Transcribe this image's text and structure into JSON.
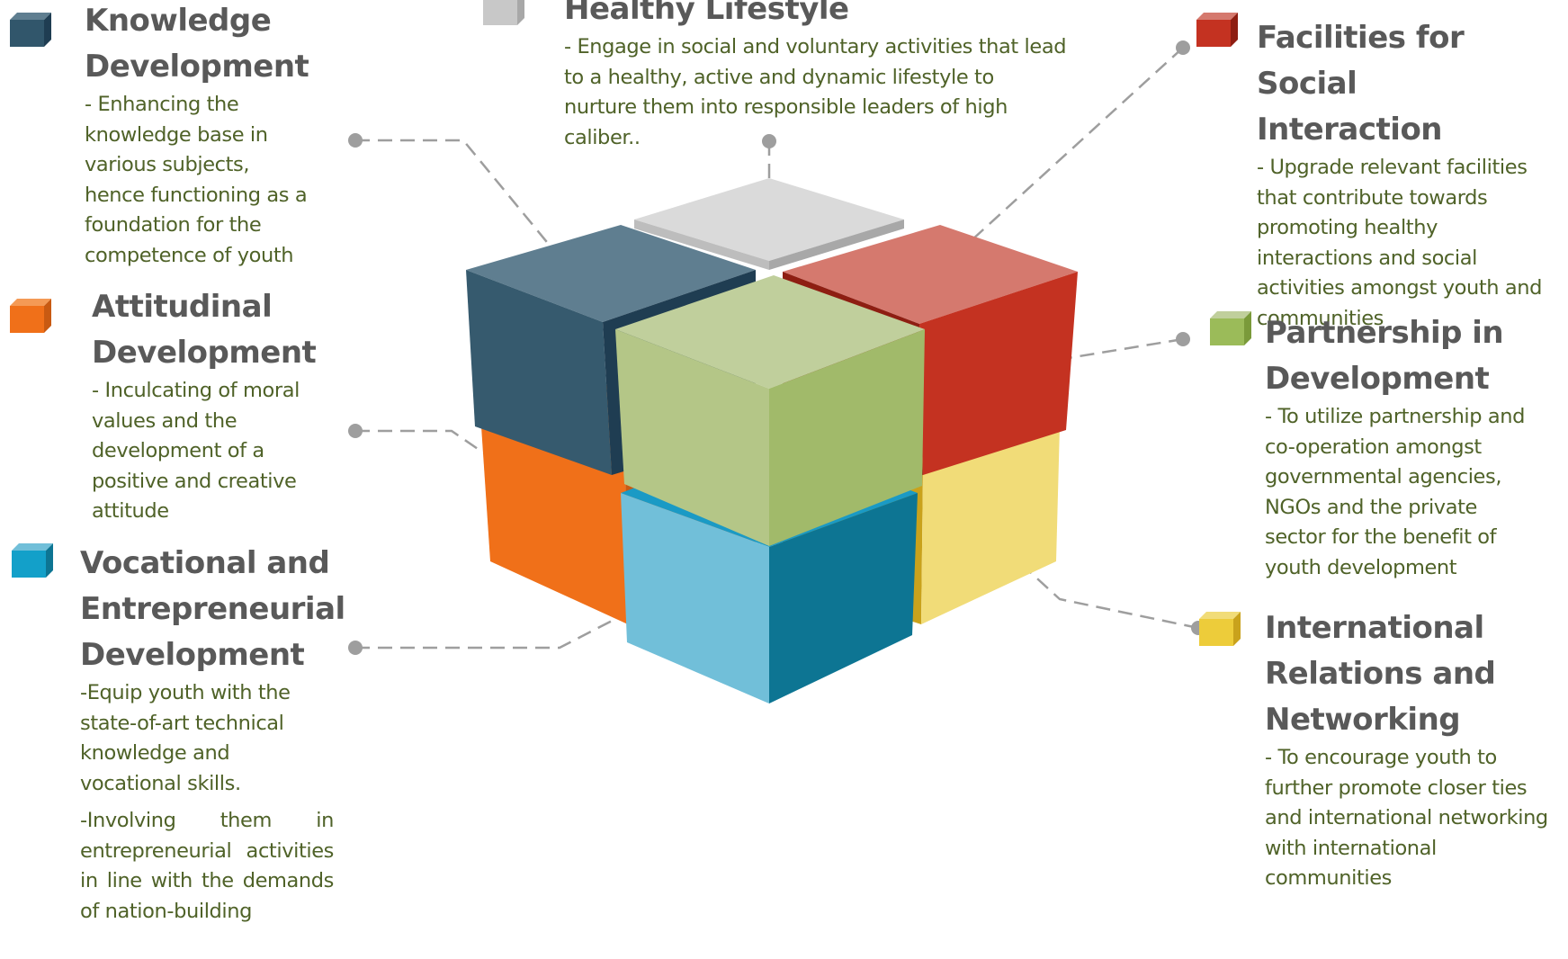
{
  "pillars": [
    {
      "id": "knowledge",
      "title": [
        "Knowledge",
        "Development"
      ],
      "description": [
        "- Enhancing the",
        "knowledge base in",
        "various subjects,",
        "hence functioning as a",
        "foundation for the",
        "competence of youth"
      ],
      "color": "#31566b"
    },
    {
      "id": "attitudinal",
      "title": [
        "Attitudinal",
        "Development"
      ],
      "description": [
        "- Inculcating of moral",
        "values and the",
        "development of a",
        "positive and creative",
        "attitude"
      ],
      "color": "#f07019"
    },
    {
      "id": "vocational",
      "title": [
        "Vocational and",
        "Entrepreneurial",
        "Development"
      ],
      "description": [
        "-Equip youth with the",
        "state-of-art technical",
        "knowledge and",
        "vocational skills."
      ],
      "description2": "-Involving them in entrepreneurial activities in line with the demands of nation-building",
      "color": "#13a0c9"
    },
    {
      "id": "healthy",
      "title": [
        "Healthy Lifestyle"
      ],
      "description": [
        "- Engage in social and voluntary activities that lead",
        "to a healthy, active and dynamic lifestyle to",
        "nurture them into responsible leaders of high",
        "caliber.."
      ],
      "color": "#c8c8c8"
    },
    {
      "id": "social",
      "title": [
        "Facilities for Social",
        "Interaction"
      ],
      "description": [
        "- Upgrade relevant facilities",
        "that contribute towards",
        "promoting healthy",
        "interactions and social",
        "activities amongst youth and",
        "communities"
      ],
      "color": "#c43221"
    },
    {
      "id": "partnership",
      "title": [
        "Partnership in",
        "Development"
      ],
      "description": [
        "- To utilize  partnership and",
        "co-operation amongst",
        "governmental agencies,",
        "NGOs and the private",
        "sector for the benefit of",
        "youth development"
      ],
      "color": "#9bbb59"
    },
    {
      "id": "international",
      "title": [
        "International",
        "Relations  and",
        "Networking"
      ],
      "description": [
        "- To encourage youth to",
        "further promote closer ties",
        "and international networking",
        "with international",
        "communities"
      ],
      "color": "#edcc3a"
    }
  ]
}
